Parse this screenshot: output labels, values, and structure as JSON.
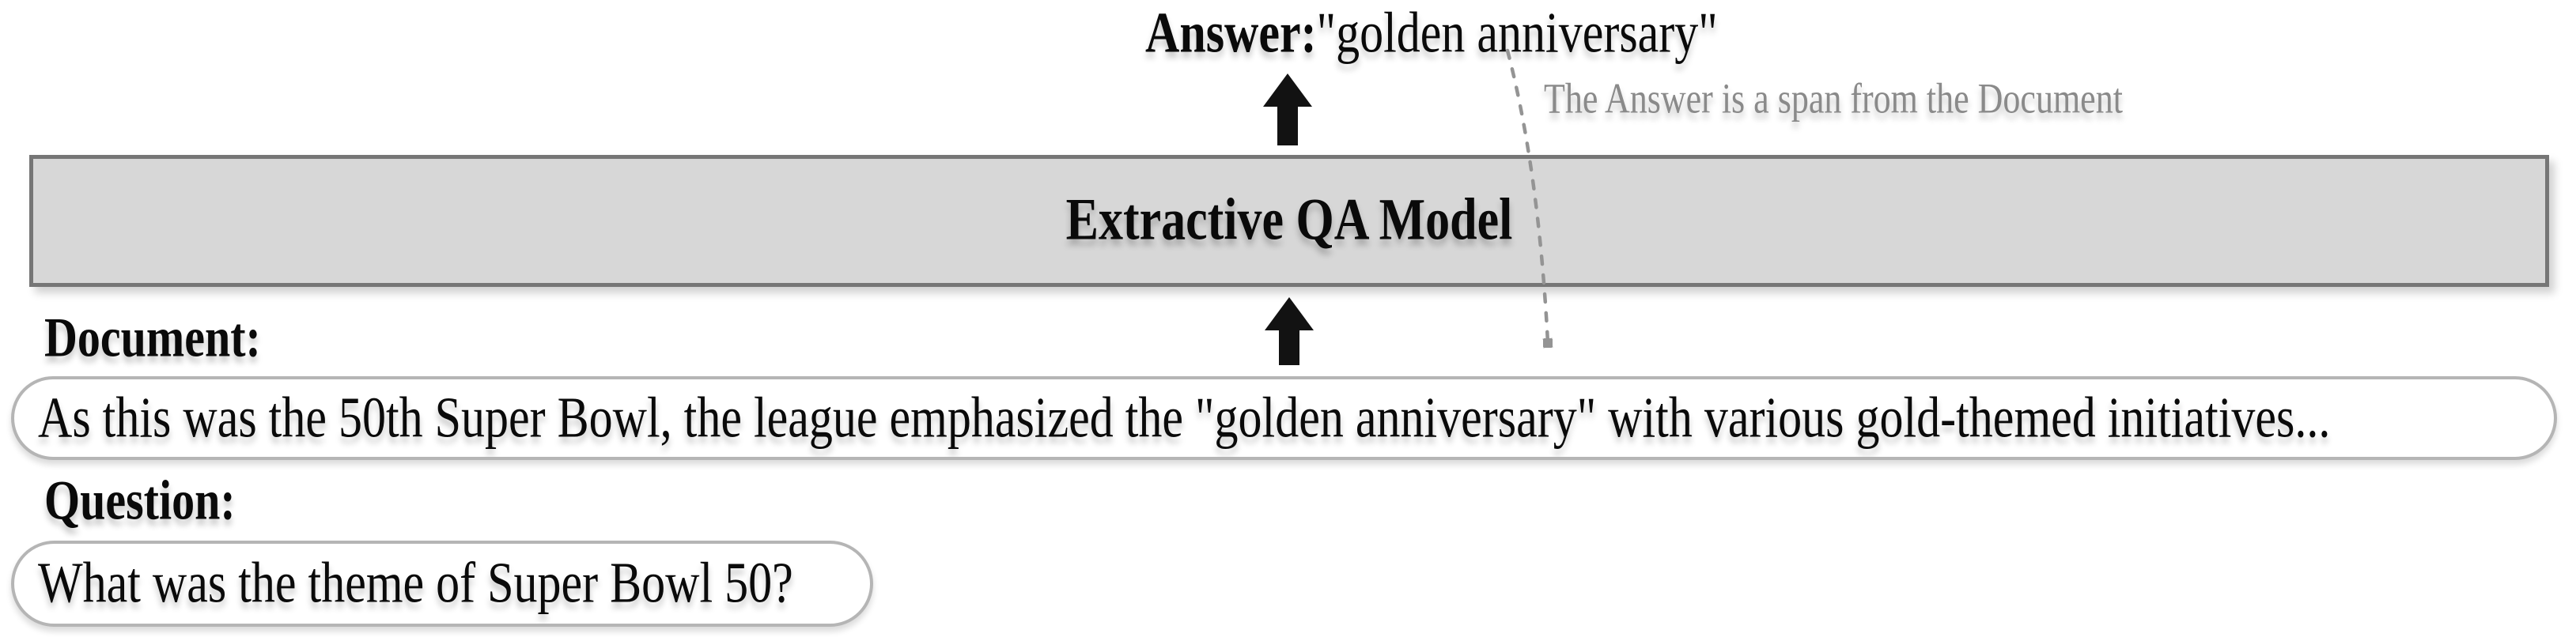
{
  "figure": {
    "answer": {
      "label": "Answer:",
      "value": "\"golden anniversary\""
    },
    "note": "The Answer is a span from the Document",
    "model": {
      "title": "Extractive QA Model"
    },
    "document": {
      "label": "Document:",
      "text": "As this was the 50th Super Bowl, the league emphasized the \"golden anniversary\" with various gold-themed initiatives..."
    },
    "question": {
      "label": "Question:",
      "text": "What was the theme of Super Bowl 50?"
    },
    "colors": {
      "model_fill": "#d7d7d7",
      "model_border": "#767676",
      "pill_border": "#b5b5b5",
      "note_gray": "#8a8a8a",
      "connector_gray": "#949494",
      "arrow_black": "#121212"
    }
  }
}
